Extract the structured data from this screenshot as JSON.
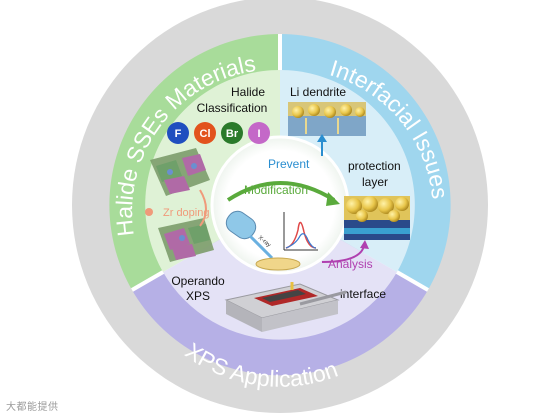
{
  "sectors": {
    "halide": {
      "title": "Halide SSEs Materials",
      "color": "#a8dc9a"
    },
    "interfacial": {
      "title": "Interfacial Issues",
      "color": "#9fd6ee"
    },
    "xps": {
      "title": "XPS Application",
      "color": "#b6b0e6"
    }
  },
  "halide_panel": {
    "classification": [
      "Halide",
      "Classification"
    ],
    "elements": [
      {
        "symbol": "F",
        "color": "#1f4fbf"
      },
      {
        "symbol": "Cl",
        "color": "#e2531d"
      },
      {
        "symbol": "Br",
        "color": "#2a7a2a"
      },
      {
        "symbol": "I",
        "color": "#c468c8"
      }
    ],
    "zr_doping": "Zr doping"
  },
  "interface_panel": {
    "li_dendrite": "Li dendrite",
    "prevent": "Prevent",
    "protection_layer": [
      "protection",
      "layer"
    ],
    "analysis": "Analysis",
    "interface": "interface"
  },
  "center": {
    "modification": "Modification",
    "xray": "X-ray"
  },
  "xps_panel": {
    "operando": [
      "Operando",
      "XPS"
    ]
  },
  "colors": {
    "modification_arrow": "#5aaa3c",
    "prevent_text": "#2a8ed0",
    "analysis_text": "#b040b0",
    "zr_text": "#f09a7a"
  },
  "watermark": "大都能提供"
}
